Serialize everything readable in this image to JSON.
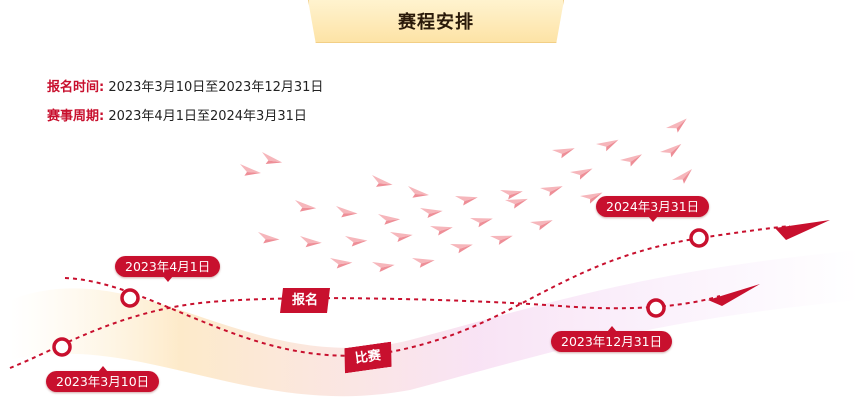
{
  "header": {
    "title": "赛程安排"
  },
  "info": {
    "registration": {
      "label": "报名时间:",
      "value": "2023年3月10日至2023年12月31日"
    },
    "season": {
      "label": "赛事周期:",
      "value": "2023年4月1日至2024年3月31日"
    }
  },
  "timeline": {
    "registration_track": {
      "label": "报名",
      "start": "2023年3月10日",
      "end": "2023年12月31日"
    },
    "competition_track": {
      "label": "比赛",
      "start": "2023年4月1日",
      "end": "2024年3月31日"
    }
  },
  "colors": {
    "accent": "#c8102e",
    "banner": "#fde3a6",
    "plane": "#f4a8ae"
  },
  "icons": [
    "paper-plane-icon",
    "arrow-head-icon",
    "milestone-ring-icon"
  ]
}
